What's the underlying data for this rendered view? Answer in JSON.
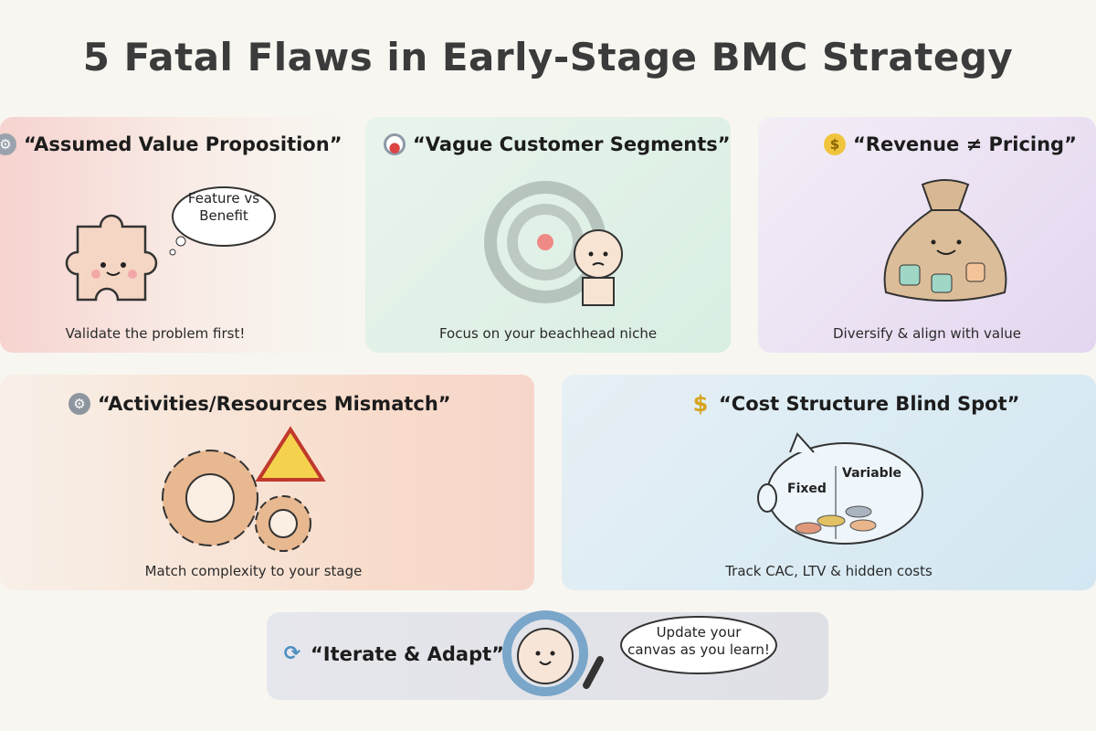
{
  "title": "5 Fatal Flaws in Early-Stage BMC Strategy",
  "cards": [
    {
      "title": "“Assumed Value Proposition”",
      "icon": "gear-icon",
      "bubble": [
        "Feature vs",
        "Benefit"
      ],
      "caption": "Validate the problem first!",
      "color": "#f6d3cf"
    },
    {
      "title": "“Vague Customer Segments”",
      "icon": "target-icon",
      "caption": "Focus on your beachhead niche",
      "color": "#dcefe3"
    },
    {
      "title": "“Revenue ≠ Pricing”",
      "icon": "coin-icon",
      "caption": "Diversify & align with value",
      "color": "#eadff2"
    },
    {
      "title": "“Activities/Resources Mismatch”",
      "icon": "gear-icon",
      "caption": "Match complexity to your stage",
      "color": "#f8dccb"
    },
    {
      "title": "“Cost Structure Blind Spot”",
      "icon": "dollar-icon",
      "labels": [
        "Fixed",
        "Variable"
      ],
      "caption": "Track CAC, LTV & hidden costs",
      "color": "#d8eaf3"
    },
    {
      "title": "“Iterate & Adapt”",
      "icon": "refresh-icon",
      "bubble": [
        "Update your",
        "canvas as you learn!"
      ],
      "color": "#e8e8ec"
    }
  ]
}
